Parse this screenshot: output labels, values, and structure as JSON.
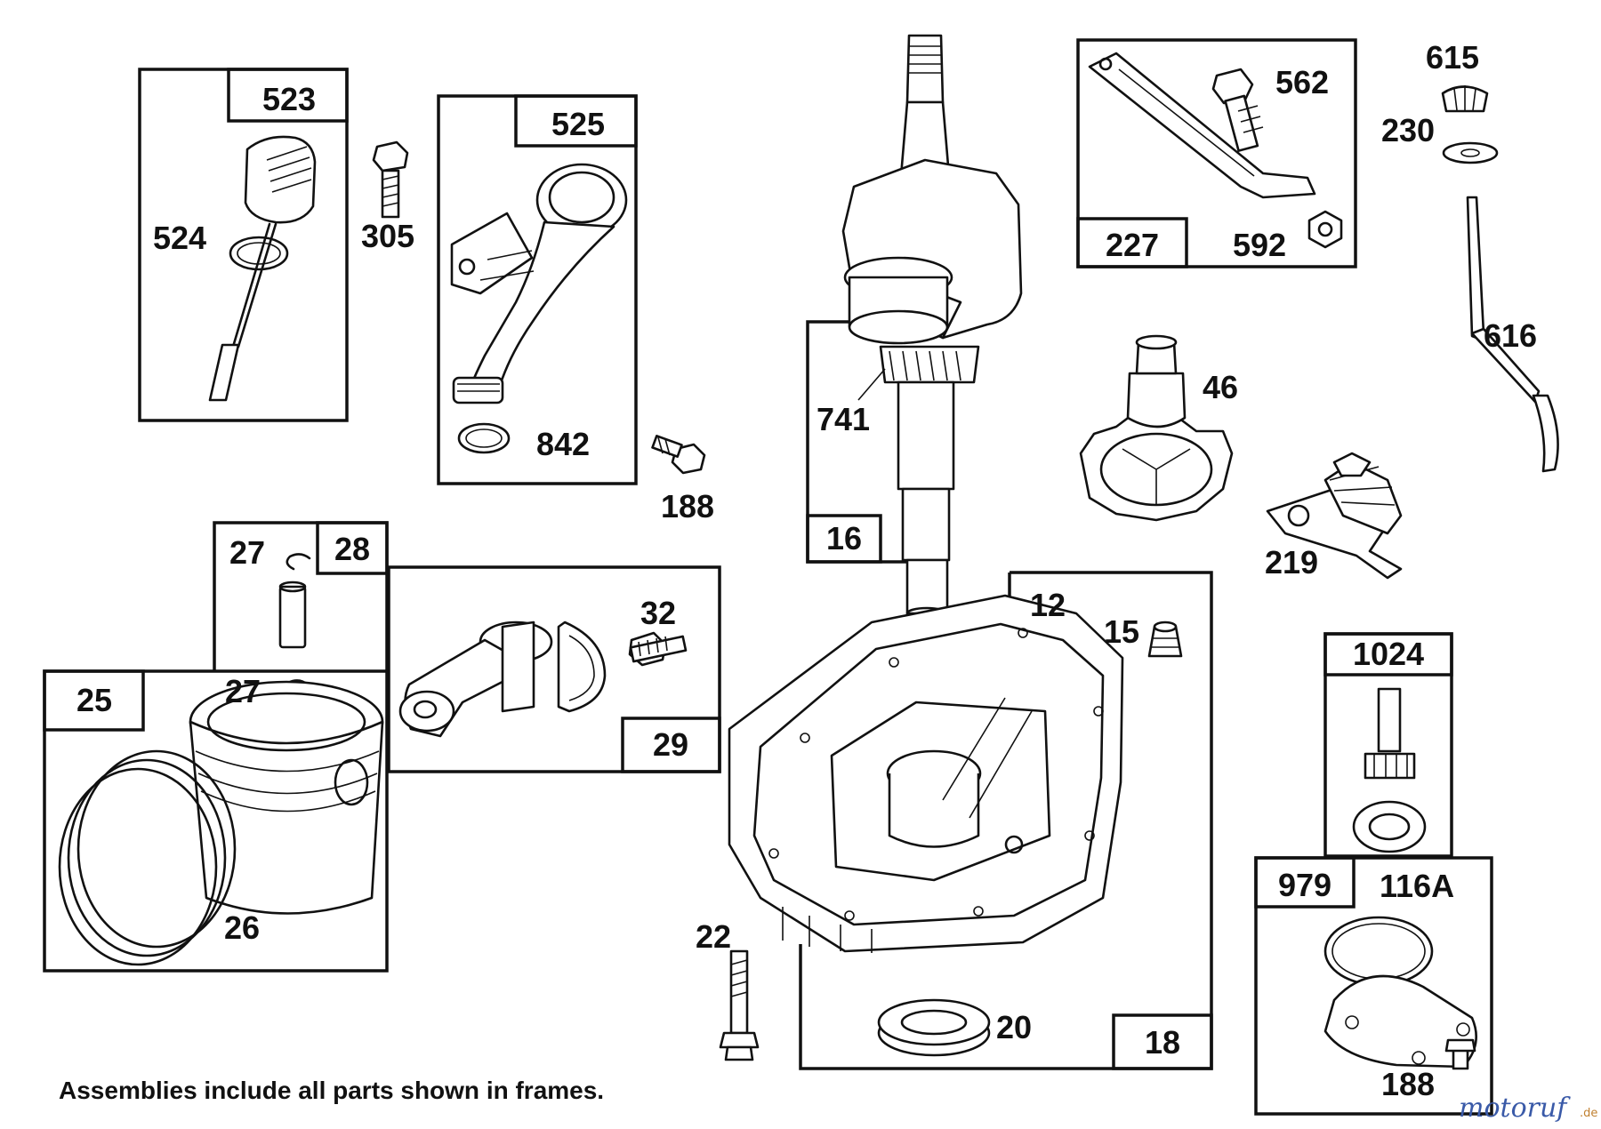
{
  "labels": {
    "l523": "523",
    "l524": "524",
    "l305": "305",
    "l525": "525",
    "l842": "842",
    "l188a": "188",
    "l741": "741",
    "l16": "16",
    "l227": "227",
    "l562": "562",
    "l592": "592",
    "l615": "615",
    "l230": "230",
    "l616": "616",
    "l46": "46",
    "l219": "219",
    "l27a": "27",
    "l28": "28",
    "l32": "32",
    "l29": "29",
    "l25": "25",
    "l27b": "27",
    "l26": "26",
    "l12": "12",
    "l15": "15",
    "l22": "22",
    "l20": "20",
    "l18": "18",
    "l1024": "1024",
    "l979": "979",
    "l116a": "116A",
    "l188b": "188"
  },
  "note": "Assemblies include all parts shown in frames.",
  "watermark": {
    "main": "motoruf",
    "suffix": ".de"
  }
}
